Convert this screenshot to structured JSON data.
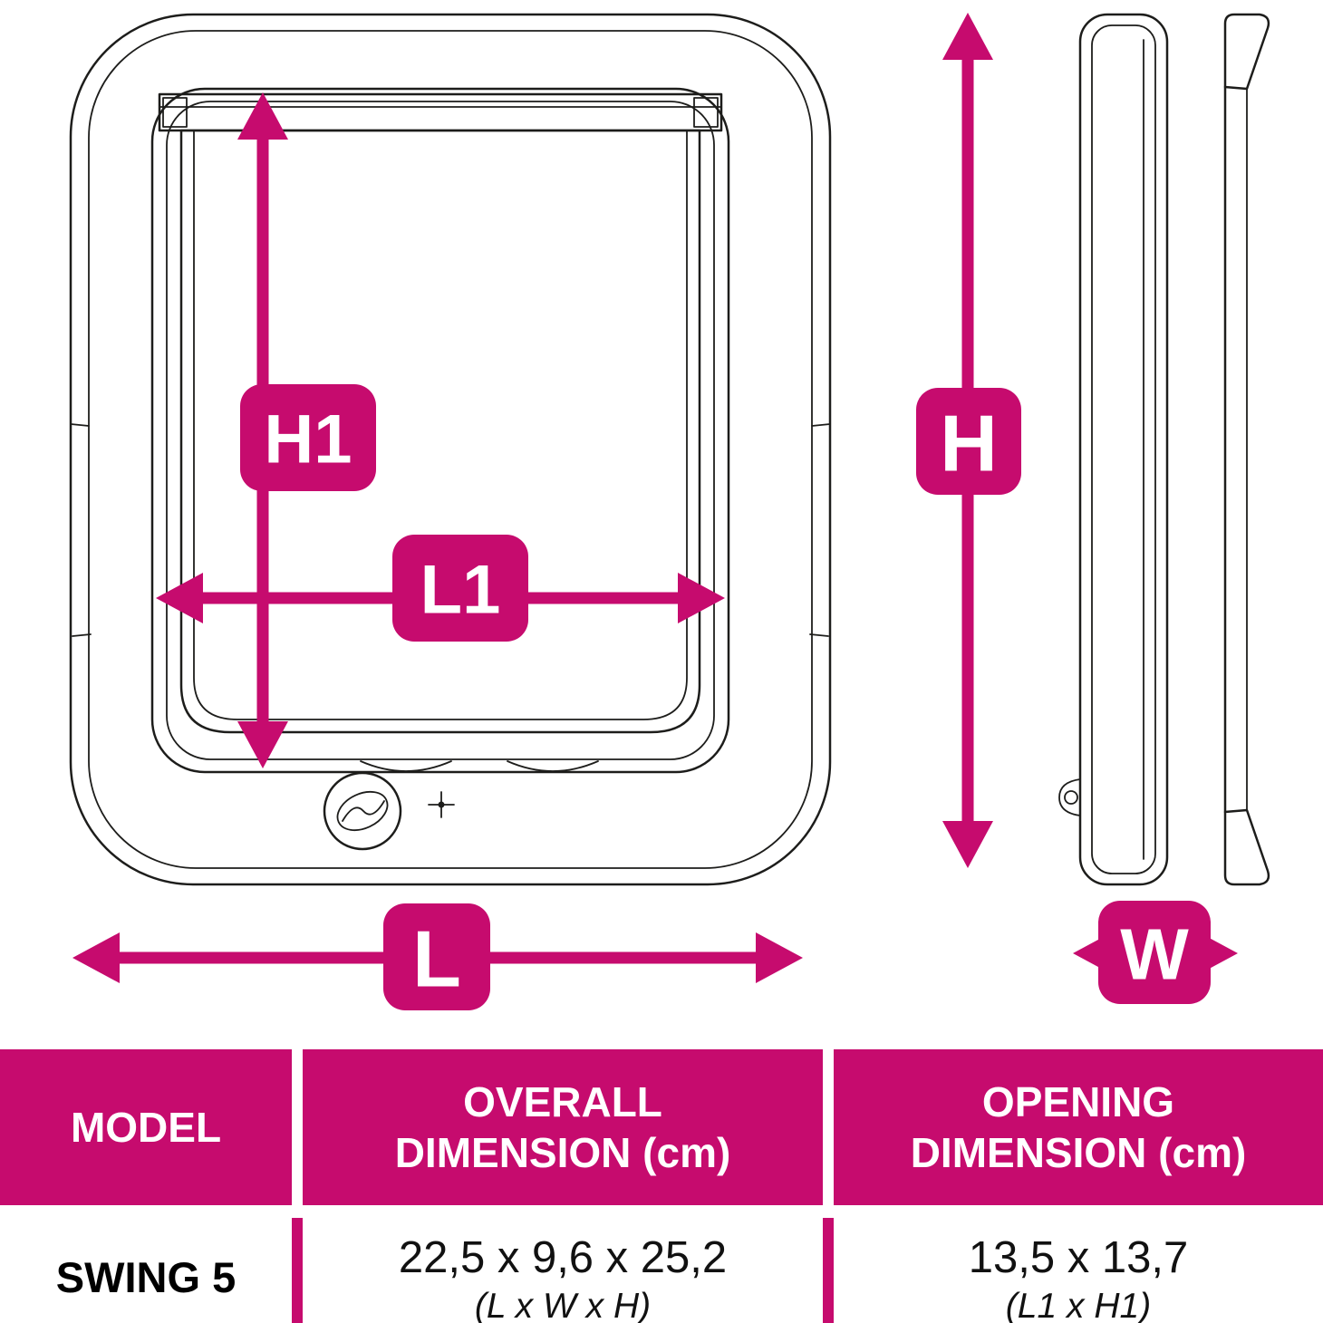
{
  "colors": {
    "accent": "#c60b6e",
    "line": "#1d1d1b",
    "background": "#ffffff"
  },
  "diagram": {
    "front_view": {
      "labels": {
        "h1": "H1",
        "l1": "L1",
        "l": "L"
      }
    },
    "side_view": {
      "labels": {
        "h": "H",
        "w": "W"
      }
    }
  },
  "table": {
    "headers": {
      "model": {
        "line1": "MODEL",
        "line2": ""
      },
      "overall": {
        "line1": "OVERALL",
        "line2": "DIMENSION (cm)"
      },
      "opening": {
        "line1": "OPENING",
        "line2": "DIMENSION (cm)"
      }
    },
    "rows": [
      {
        "model": "SWING 5",
        "overall_dimension": "22,5 x 9,6 x 25,2",
        "overall_note": "(L x W x H)",
        "opening_dimension": "13,5 x 13,7",
        "opening_note": "(L1 x H1)"
      }
    ]
  }
}
